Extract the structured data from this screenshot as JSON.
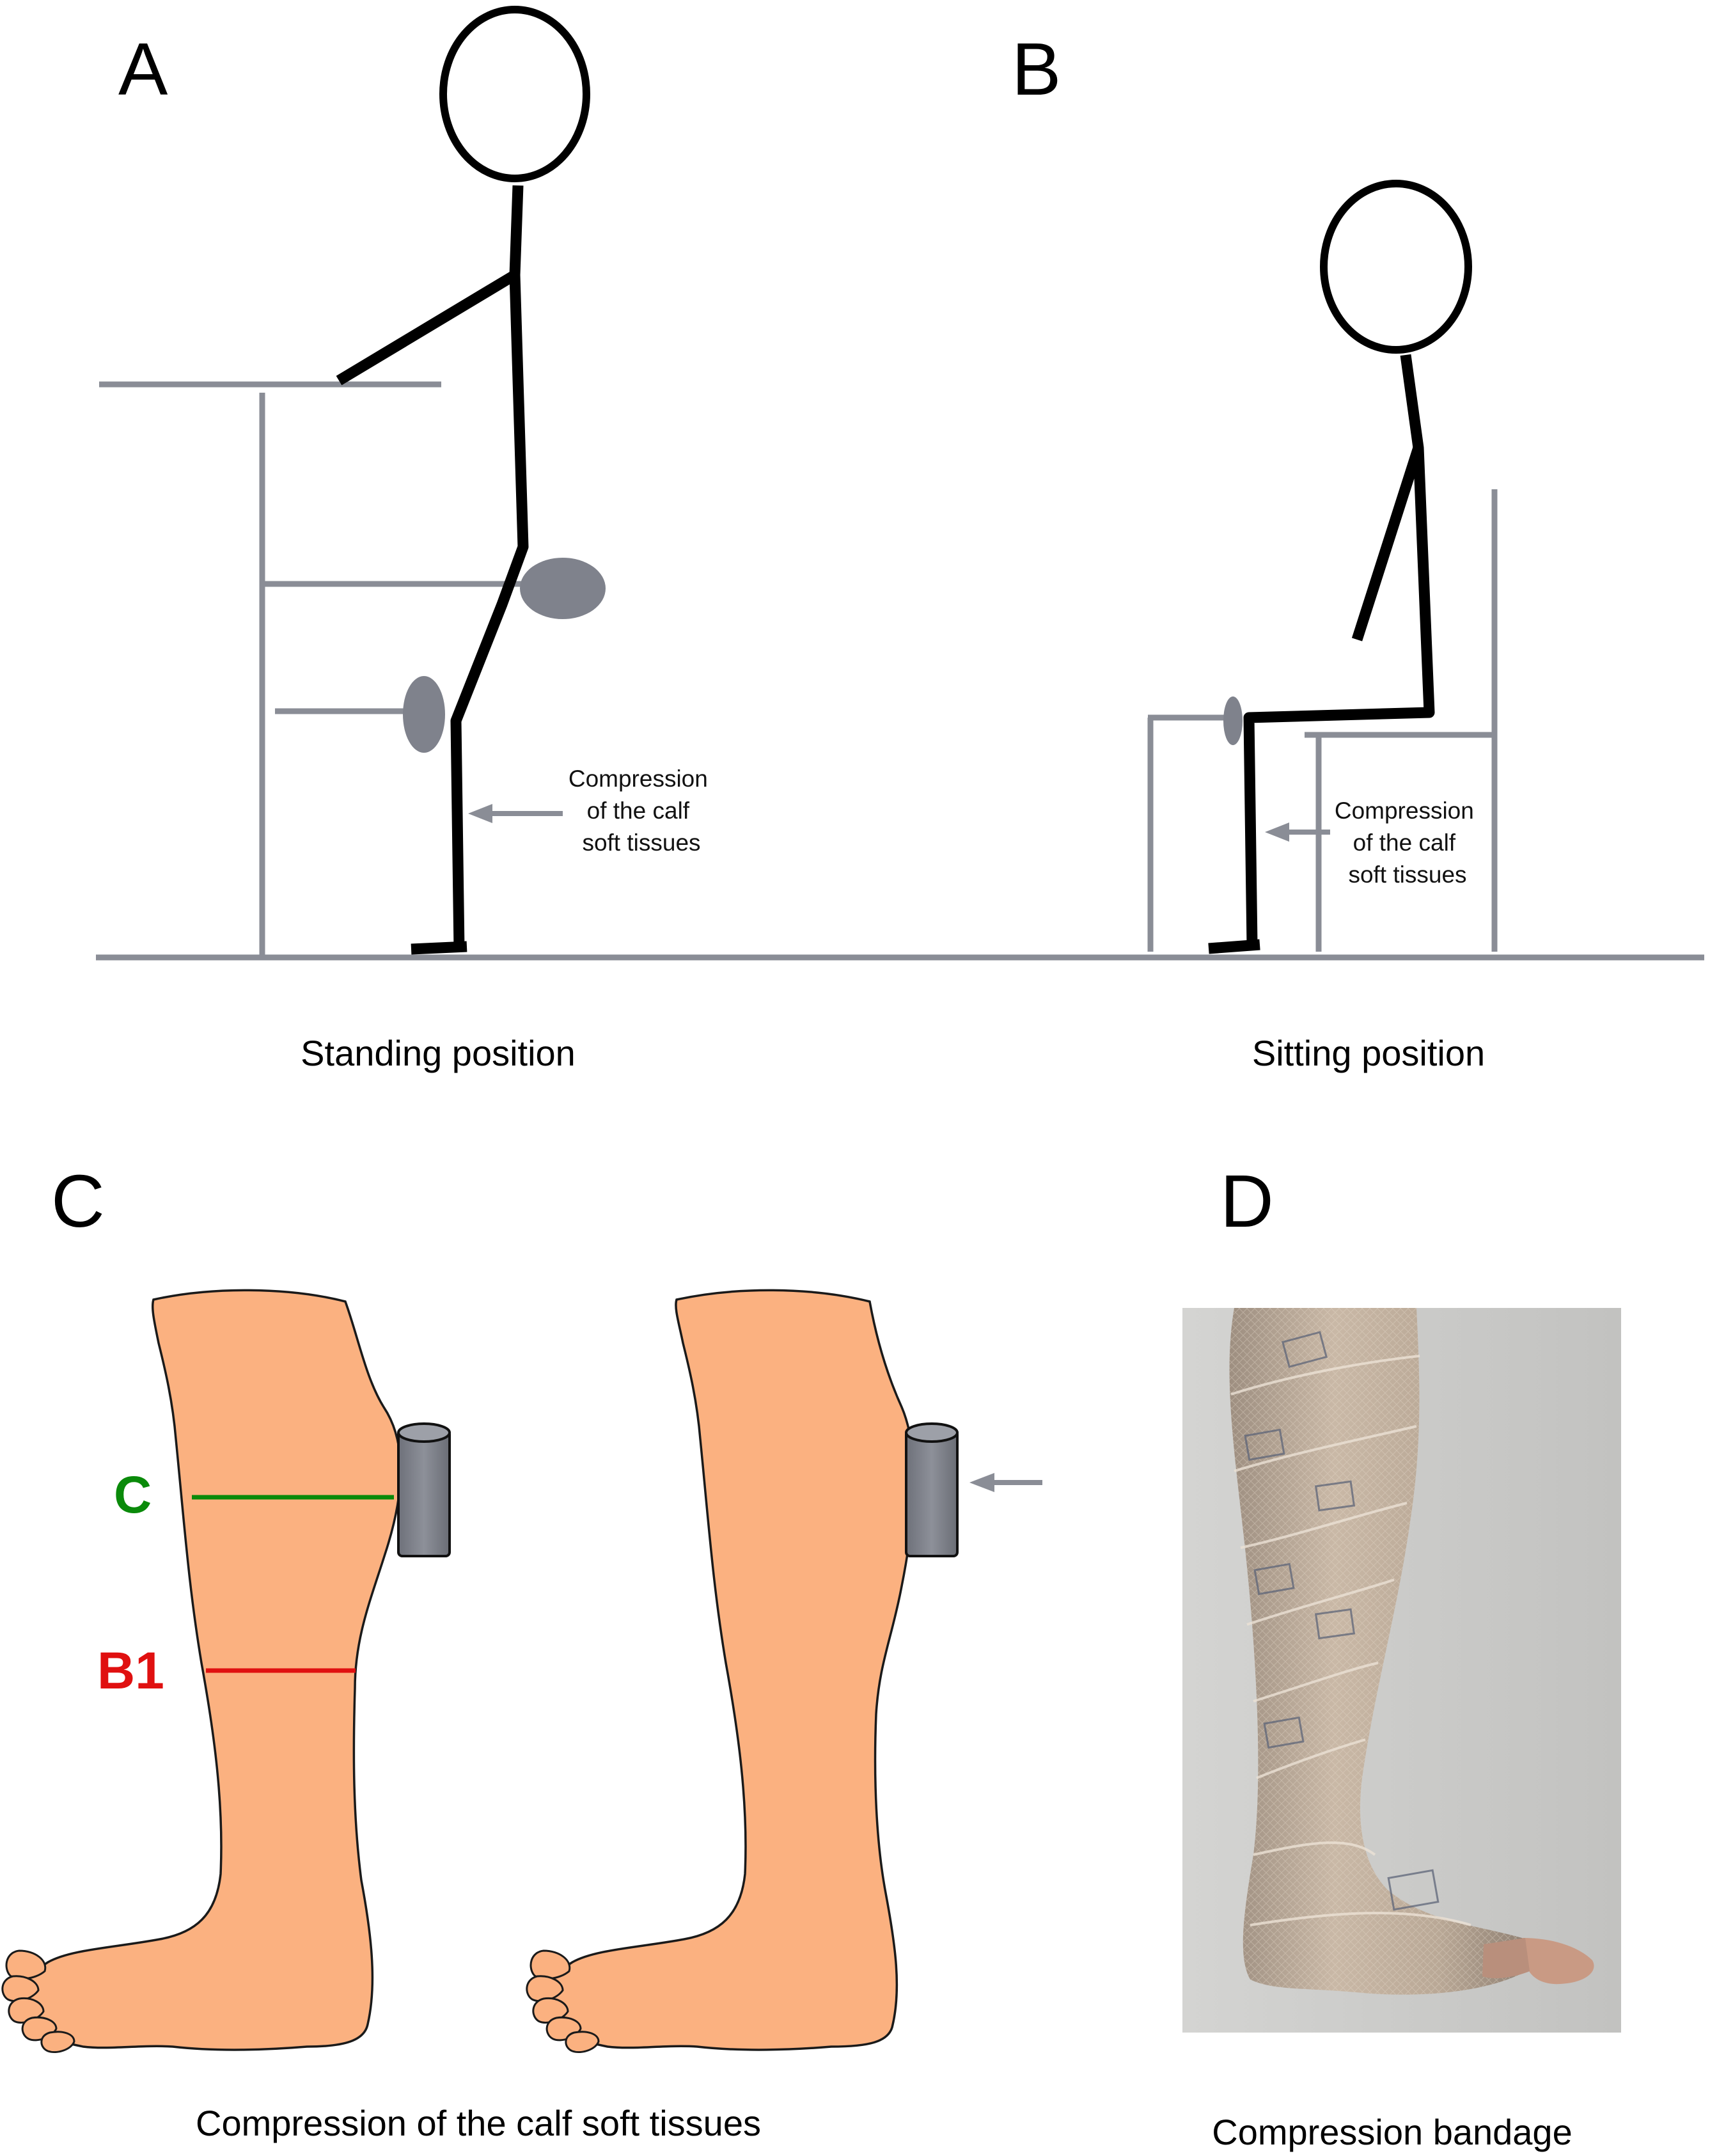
{
  "panels": {
    "a": {
      "letter": "A",
      "caption": "Standing position",
      "note": [
        "Compression",
        "of the calf",
        "soft tissues"
      ]
    },
    "b": {
      "letter": "B",
      "caption": "Sitting position",
      "note": [
        "Compression",
        "of the calf",
        "soft tissues"
      ]
    },
    "c": {
      "letter": "C",
      "caption": "Compression of the calf soft tissues",
      "labels": {
        "calf": "C",
        "calf_color": "#0a8a0a",
        "lower": "B1",
        "lower_color": "#e01010"
      }
    },
    "d": {
      "letter": "D",
      "caption": "Compression bandage"
    }
  },
  "colors": {
    "apparatus": "#8a8d96",
    "skin": "#fbb180",
    "pad": "#7f828c"
  }
}
